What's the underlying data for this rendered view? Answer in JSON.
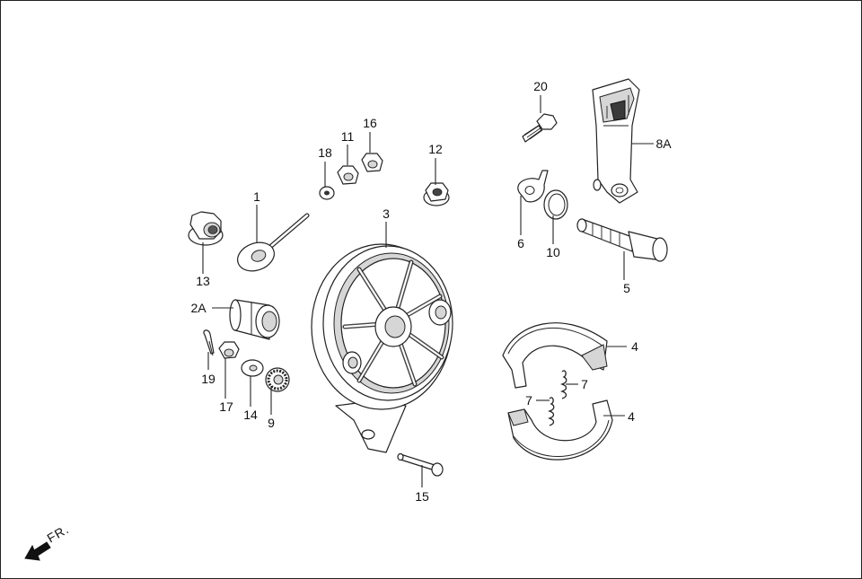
{
  "diagram": {
    "callouts": {
      "c1": "1",
      "c2a": "2A",
      "c3": "3",
      "c4a": "4",
      "c4b": "4",
      "c5": "5",
      "c6": "6",
      "c7a": "7",
      "c7b": "7",
      "c8a": "8A",
      "c9": "9",
      "c10": "10",
      "c11": "11",
      "c12": "12",
      "c13": "13",
      "c14": "14",
      "c15": "15",
      "c16": "16",
      "c17": "17",
      "c18": "18",
      "c19": "19",
      "c20": "20"
    },
    "direction_label": "FR."
  }
}
